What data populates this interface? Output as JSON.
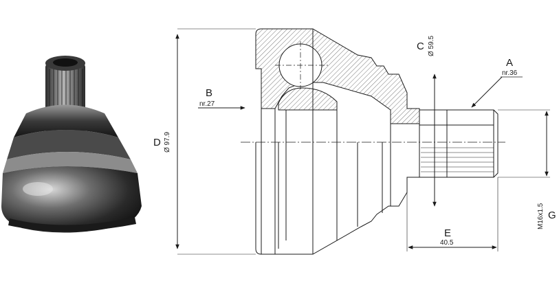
{
  "photo": {
    "subject": "cv-joint-photo"
  },
  "dimensions": [
    {
      "letter": "A",
      "value": "nr.36"
    },
    {
      "letter": "B",
      "value": "nr.27"
    },
    {
      "letter": "C",
      "value": "Ø 59.5"
    },
    {
      "letter": "D",
      "value": "Ø 97.9"
    },
    {
      "letter": "E",
      "value": "40.5"
    },
    {
      "letter": "G",
      "value": "M16x1.5"
    }
  ],
  "colors": {
    "line": "#1a1a1a",
    "hatch": "#555555",
    "metal": "#8a8a8a"
  }
}
